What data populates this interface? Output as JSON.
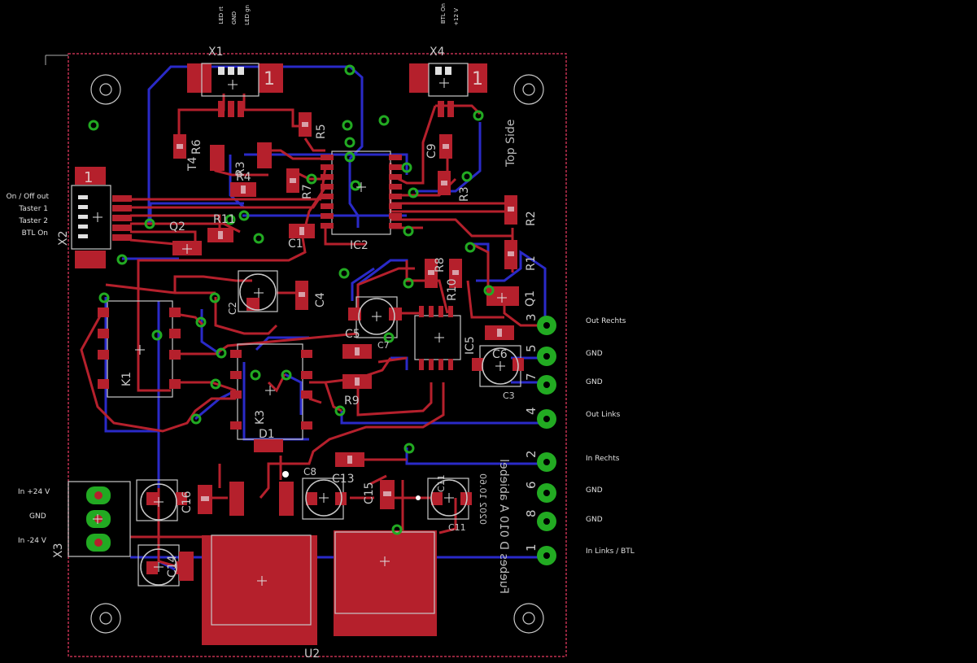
{
  "board": {
    "mirror_text": "Fuebes D 010 A abiebel",
    "mirror_text2": "0202 10.60",
    "top_side": "Top Side"
  },
  "colors": {
    "background": "#000000",
    "top_copper": "#b5202c",
    "bottom_copper": "#2a2ac8",
    "via": "#22aa22",
    "silk": "#c8c8c8",
    "outline": "#c03050"
  },
  "parts": {
    "x1": "X1",
    "x2": "X2",
    "x3": "X3",
    "x4": "X4",
    "q1": "Q1",
    "q2": "Q2",
    "r1": "R1",
    "r2": "R2",
    "r3": "R3",
    "r4": "R4",
    "r5": "R5",
    "r6": "R6",
    "r7": "R7",
    "r8": "R8",
    "r9": "R9",
    "r10": "R10",
    "r11": "R11",
    "r13": "R3",
    "t4": "T4",
    "c1": "C1",
    "c2": "C2",
    "c3": "C3",
    "c4": "C4",
    "c5": "C5",
    "c6": "C6",
    "c7": "C7",
    "c8": "C8",
    "c9": "C9",
    "c11": "C11",
    "c13": "C13",
    "c14": "C14",
    "c15": "C15",
    "c16": "C16",
    "ic2": "IC2",
    "ic5": "IC5",
    "k1": "K1",
    "k3": "K3",
    "d1": "D1",
    "u2": "U2",
    "one": "1"
  },
  "pins": {
    "p3": "3",
    "p5": "5",
    "p7": "7",
    "p4": "4",
    "p2": "2",
    "p6": "6",
    "p8": "8",
    "p1": "1"
  },
  "left_labels": {
    "onoff": "On / Off out",
    "taster1": "Taster 1",
    "taster2": "Taster 2",
    "btl": "BTL On",
    "in24p": "In +24 V",
    "gnd": "GND",
    "in24m": "In -24 V"
  },
  "right_labels": {
    "out_rechts": "Out Rechts",
    "gnd1": "GND",
    "gnd2": "GND",
    "out_links": "Out Links",
    "in_rechts": "In Rechts",
    "gnd3": "GND",
    "gnd4": "GND",
    "in_links": "In Links / BTL"
  },
  "top_labels": {
    "x1_a": "LED rt",
    "x1_b": "GND",
    "x1_c": "LED gn",
    "x4_a": "BTL On",
    "x4_b": "+12 V"
  }
}
